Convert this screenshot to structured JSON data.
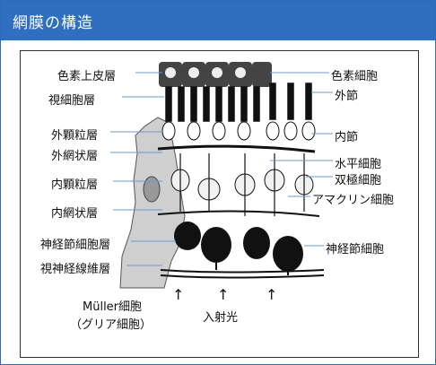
{
  "title": "網膜の構造",
  "labels_left": {
    "pigment_epithelium": "色素上皮層",
    "photoreceptor_layer": "視細胞層",
    "outer_nuclear": "外顆粒層",
    "outer_plexiform": "外網状層",
    "inner_nuclear": "内顆粒層",
    "inner_plexiform": "内網状層",
    "ganglion_layer": "神経節細胞層",
    "nerve_fiber": "視神経線維層"
  },
  "labels_right": {
    "pigment_cell": "色素細胞",
    "outer_segment": "外節",
    "inner_segment": "内節",
    "horizontal_cell": "水平細胞",
    "bipolar_cell": "双極細胞",
    "amacrine_cell": "アマクリン細胞",
    "ganglion_cell": "神経節細胞"
  },
  "muller_line1": "Müller細胞",
  "muller_line2": "（グリア細胞）",
  "incident_light": "入射光",
  "colors": {
    "header": "#2f6fbf",
    "ink": "#111111"
  }
}
